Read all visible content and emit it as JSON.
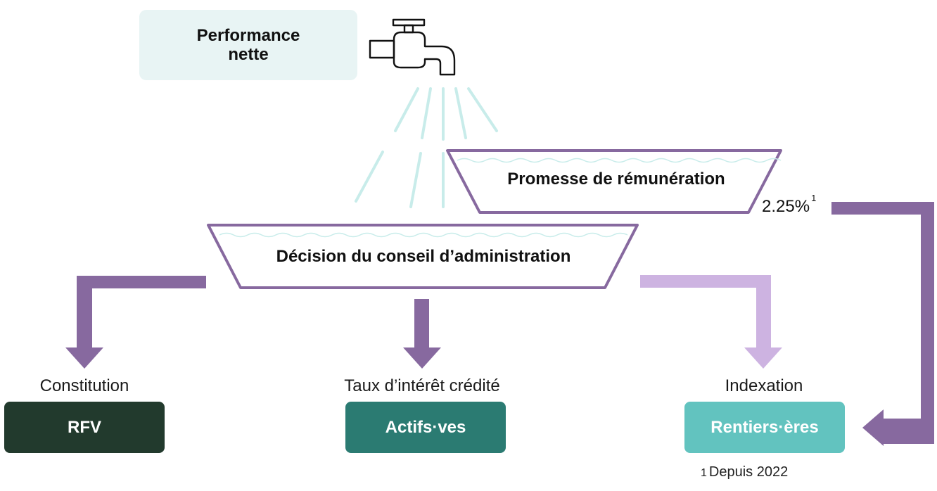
{
  "performance": {
    "line1": "Performance",
    "line2": "nette"
  },
  "promesse": {
    "label": "Promesse de rémunération",
    "rate": "2.25%",
    "note_ref": "1"
  },
  "decision": {
    "label": "Décision du conseil d’administration"
  },
  "outputs": [
    {
      "caption": "Constitution",
      "box": "RFV",
      "color": "#223a2d"
    },
    {
      "caption": "Taux d’intérêt crédité",
      "box": "Actifs·ves",
      "color": "#2b7b72"
    },
    {
      "caption": "Indexation",
      "box": "Rentiers·ères",
      "color": "#62c3bf"
    }
  ],
  "footnote": {
    "mark": "1",
    "text": "Depuis 2022"
  },
  "colors": {
    "arrow_dark": "#87699f",
    "arrow_light": "#cdb3e1",
    "basin_stroke": "#87699f",
    "water": "#c8ecea",
    "perf_bg": "#e8f4f4"
  },
  "icons": {
    "tap": "faucet-icon"
  }
}
